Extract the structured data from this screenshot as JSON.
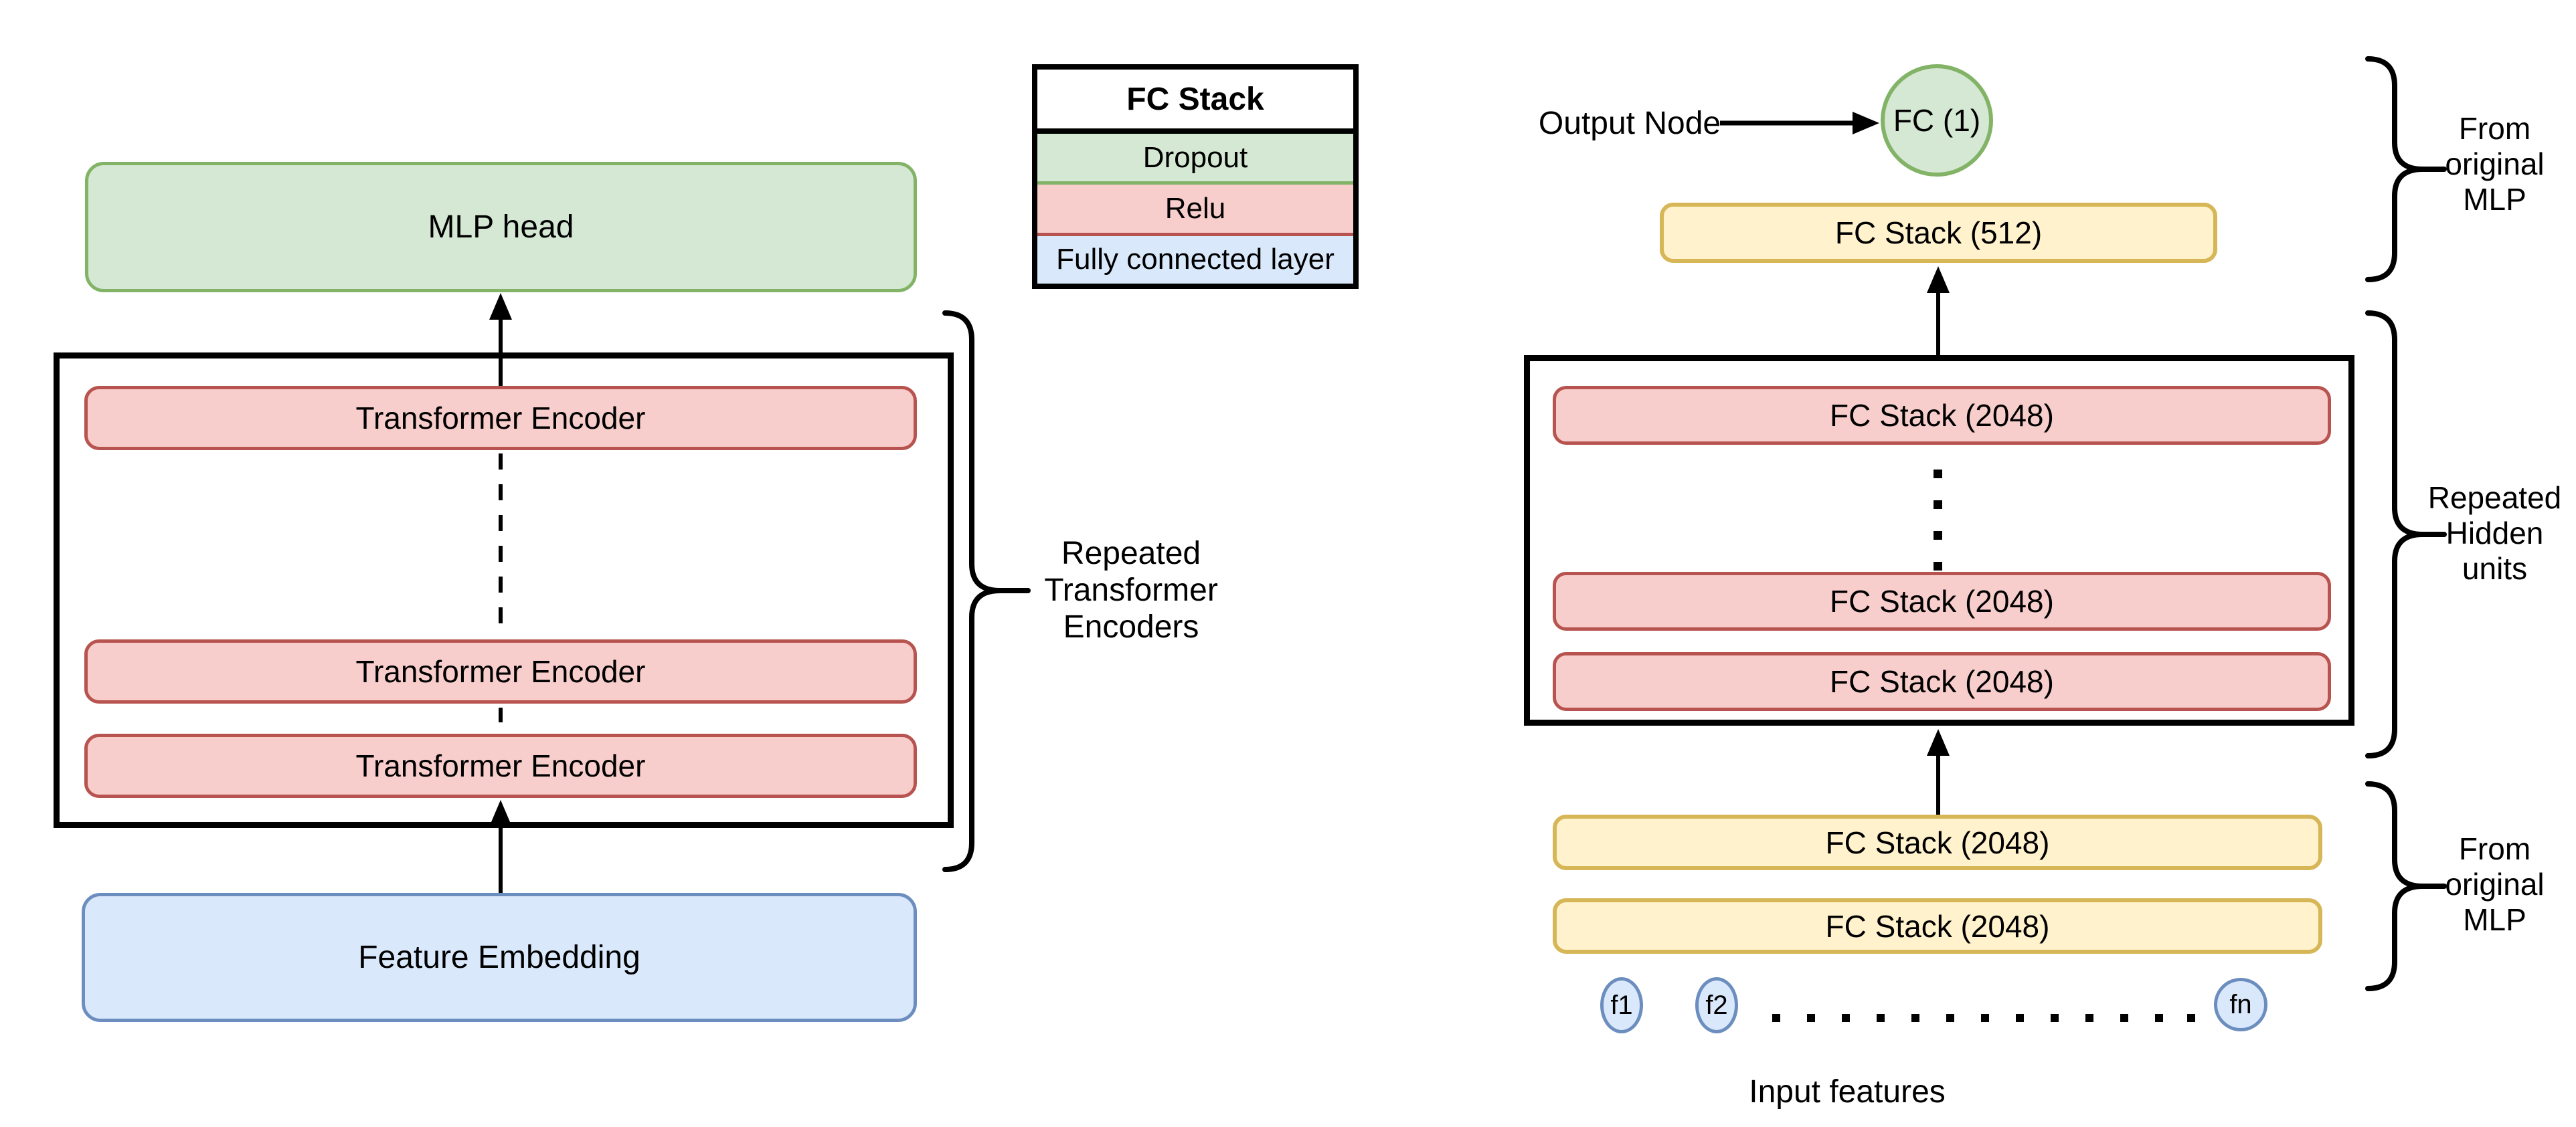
{
  "colors": {
    "green_fill": "#d5e8d4",
    "green_stroke": "#82b366",
    "red_fill": "#f8cecc",
    "red_stroke": "#b85450",
    "blue_fill": "#dae8fc",
    "blue_stroke": "#6c8ebf",
    "yellow_fill": "#fff2cc",
    "yellow_stroke": "#d6b656",
    "line": "#000000",
    "background": "#ffffff"
  },
  "left": {
    "mlp_head_label": "MLP head",
    "encoder_labels": [
      "Transformer Encoder",
      "Transformer Encoder",
      "Transformer Encoder"
    ],
    "feature_embedding_label": "Feature Embedding",
    "brace_label_lines": [
      "Repeated",
      "Transformer",
      "Encoders"
    ]
  },
  "legend": {
    "title": "FC Stack",
    "rows": [
      {
        "label": "Dropout"
      },
      {
        "label": "Relu"
      },
      {
        "label": "Fully connected layer"
      }
    ]
  },
  "right": {
    "output_node_label": "Output Node",
    "output_circle_label": "FC (1)",
    "fc_stack_512_label": "FC Stack (512)",
    "hidden_unit_labels": [
      "FC Stack (2048)",
      "FC Stack (2048)",
      "FC Stack (2048)"
    ],
    "input_stack_labels": [
      "FC Stack (2048)",
      "FC Stack (2048)"
    ],
    "input_node_labels": [
      "f1",
      "f2",
      "fn"
    ],
    "input_features_label": "Input features",
    "brace_from_original_mlp_top_lines": [
      "From",
      "original",
      "MLP"
    ],
    "brace_repeated_hidden_lines": [
      "Repeated",
      "Hidden",
      "units"
    ],
    "brace_from_original_mlp_bottom_lines": [
      "From",
      "original",
      "MLP"
    ]
  },
  "icons": {
    "vertical_ellipsis": "repeat-indicator-dots",
    "horizontal_dotted_line": "more-inputs-dots"
  }
}
